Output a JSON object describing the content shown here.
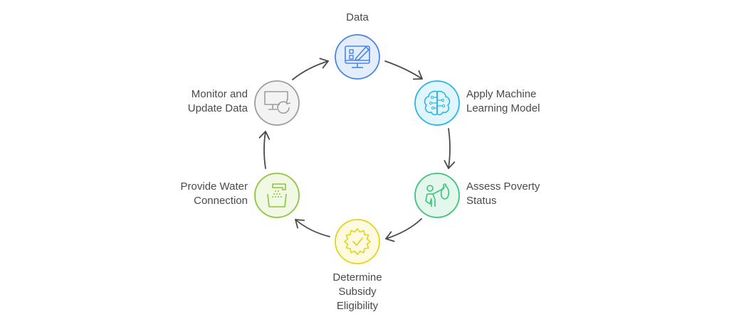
{
  "title": "",
  "nodes": [
    {
      "id": "data",
      "label_lines": [
        "Data"
      ],
      "color": "#4a86e8",
      "fill": "#e3edfc",
      "icon": "monitor-edit-icon"
    },
    {
      "id": "ml",
      "label_lines": [
        "Apply Machine",
        "Learning Model"
      ],
      "color": "#29b6e6",
      "fill": "#e0f5fc",
      "icon": "brain-circuit-icon"
    },
    {
      "id": "poverty",
      "label_lines": [
        "Assess Poverty",
        "Status"
      ],
      "color": "#3ec27c",
      "fill": "#e3f7ec",
      "icon": "person-with-bag-icon"
    },
    {
      "id": "subsidy",
      "label_lines": [
        "Determine",
        "Subsidy",
        "Eligibility"
      ],
      "color": "#e6d31e",
      "fill": "#fdfae0",
      "icon": "badge-check-icon"
    },
    {
      "id": "water",
      "label_lines": [
        "Provide Water",
        "Connection"
      ],
      "color": "#8cc63f",
      "fill": "#f1f8e4",
      "icon": "tap-water-icon"
    },
    {
      "id": "monitor",
      "label_lines": [
        "Monitor and",
        "Update Data"
      ],
      "color": "#9e9e9e",
      "fill": "#f3f3f3",
      "icon": "monitor-refresh-icon"
    }
  ],
  "edges": [
    {
      "from": "data",
      "to": "ml"
    },
    {
      "from": "ml",
      "to": "poverty"
    },
    {
      "from": "poverty",
      "to": "subsidy"
    },
    {
      "from": "subsidy",
      "to": "water"
    },
    {
      "from": "water",
      "to": "monitor"
    },
    {
      "from": "monitor",
      "to": "data"
    }
  ],
  "arrow_color": "#4a4a4a"
}
